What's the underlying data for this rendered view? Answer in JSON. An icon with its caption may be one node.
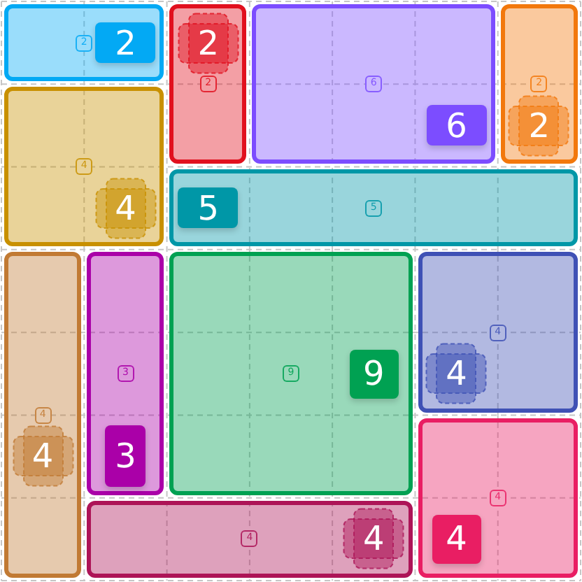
{
  "diagram": {
    "nodes": [
      {
        "text": [
          "2"
        ]
      },
      {
        "text": [
          "2"
        ],
        "in": 0
      },
      {
        "text": [
          "2"
        ]
      },
      {
        "text": [
          "2"
        ],
        "in": 2
      },
      {
        "text": [
          "6"
        ]
      },
      {
        "text": [
          "6"
        ],
        "in": 4
      },
      {
        "text": [
          "2"
        ]
      },
      {
        "text": [
          "2"
        ],
        "in": 6
      },
      {
        "text": [
          "4"
        ]
      },
      {
        "text": [
          "4"
        ],
        "in": 8
      },
      {
        "text": [
          "5"
        ]
      },
      {
        "text": [
          "5"
        ],
        "in": 10
      },
      {
        "text": [
          "4"
        ]
      },
      {
        "text": [
          "4"
        ],
        "in": 12
      },
      {
        "text": [
          "3"
        ]
      },
      {
        "text": [
          "3"
        ],
        "in": 14
      },
      {
        "text": [
          "9"
        ]
      },
      {
        "text": [
          "9"
        ],
        "in": 16
      },
      {
        "text": [
          "4"
        ]
      },
      {
        "text": [
          "4"
        ],
        "in": 18
      },
      {
        "text": [
          "4"
        ]
      },
      {
        "text": [
          "4"
        ],
        "in": 20
      },
      {
        "text": [
          "4"
        ]
      },
      {
        "text": [
          "4"
        ],
        "in": 22
      }
    ]
  }
}
